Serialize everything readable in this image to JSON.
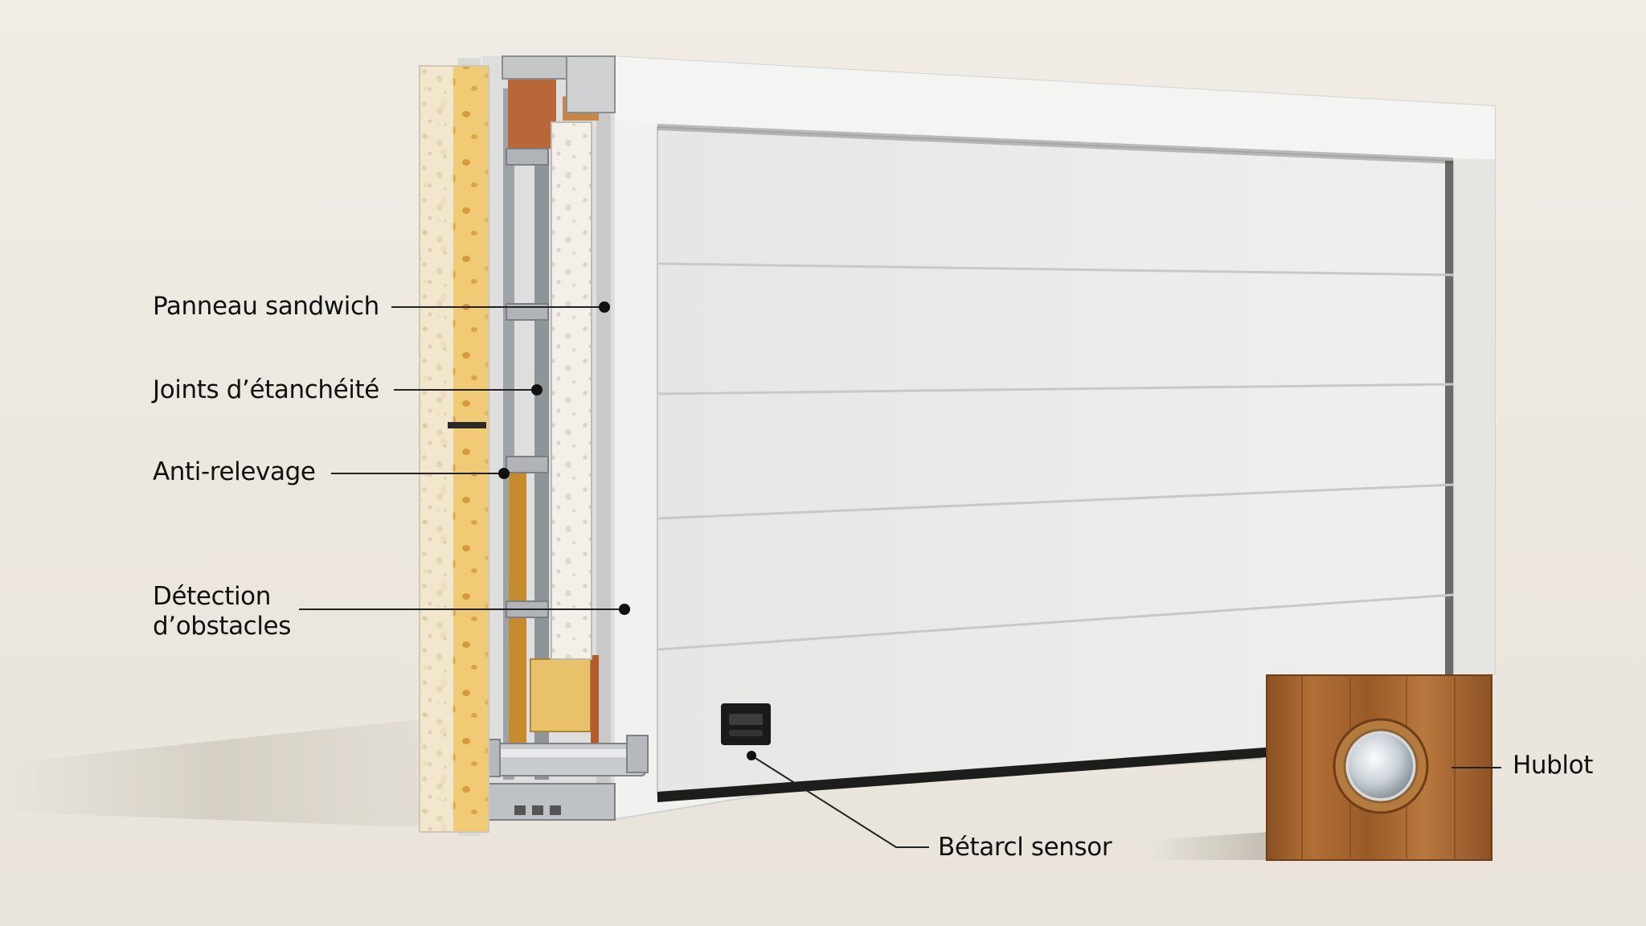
{
  "callouts": {
    "panneau": "Panneau sandwich",
    "joints": "Joints d’étanchéité",
    "anti": "Anti-relevage",
    "detection_line1": "Détection",
    "detection_line2": "d’obstacles",
    "sensor": "Bétarcl sensor",
    "hublot": "Hublot"
  },
  "colors": {
    "background": "#efebe4",
    "door_panel": "#e9e9e7",
    "frame": "#f1f1ef",
    "foam": "#efc86f",
    "wood": "#a9652d",
    "leader_line": "#222222"
  }
}
